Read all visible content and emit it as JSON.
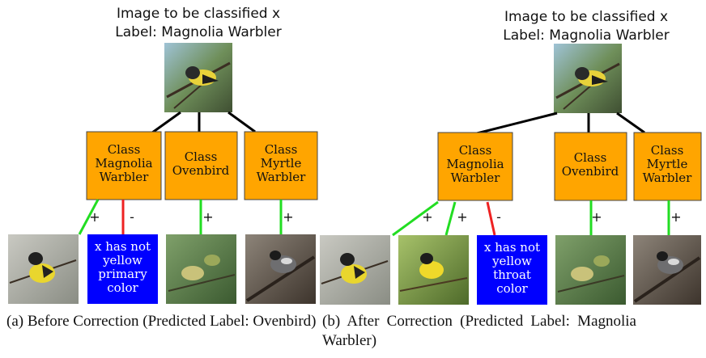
{
  "panels": [
    {
      "id": "a",
      "header_line1": "Image to be classified x",
      "header_line2": "Label: Magnolia Warbler",
      "classes": [
        {
          "line1": "Class",
          "line2": "Magnolia",
          "line3": "Warbler"
        },
        {
          "line1": "Class",
          "line2": "Ovenbird",
          "line3": ""
        },
        {
          "line1": "Class",
          "line2": "Myrtle",
          "line3": "Warbler"
        }
      ],
      "connector_signs": [
        "+",
        "-",
        "+",
        "+"
      ],
      "concept_card": {
        "line1": "x has not",
        "line2": "yellow",
        "line3": "primary",
        "line4": "color"
      },
      "caption": "(a) Before Correction (Predicted Label: Ovenbird)"
    },
    {
      "id": "b",
      "header_line1": "Image to be classified x",
      "header_line2": "Label: Magnolia Warbler",
      "classes": [
        {
          "line1": "Class",
          "line2": "Magnolia",
          "line3": "Warbler"
        },
        {
          "line1": "Class",
          "line2": "Ovenbird",
          "line3": ""
        },
        {
          "line1": "Class",
          "line2": "Myrtle",
          "line3": "Warbler"
        }
      ],
      "connector_signs": [
        "+",
        "+",
        "-",
        "+",
        "+"
      ],
      "concept_card": {
        "line1": "x has not",
        "line2": "yellow",
        "line3": "throat",
        "line4": "color"
      },
      "caption": "(b) After Correction (Predicted Label: Magnolia Warbler)"
    }
  ],
  "colors": {
    "class_box": "#ffa500",
    "concept_card": "#0000ff",
    "positive_edge": "#22dd22",
    "negative_edge": "#ee2222",
    "tree_edge": "#000000"
  }
}
